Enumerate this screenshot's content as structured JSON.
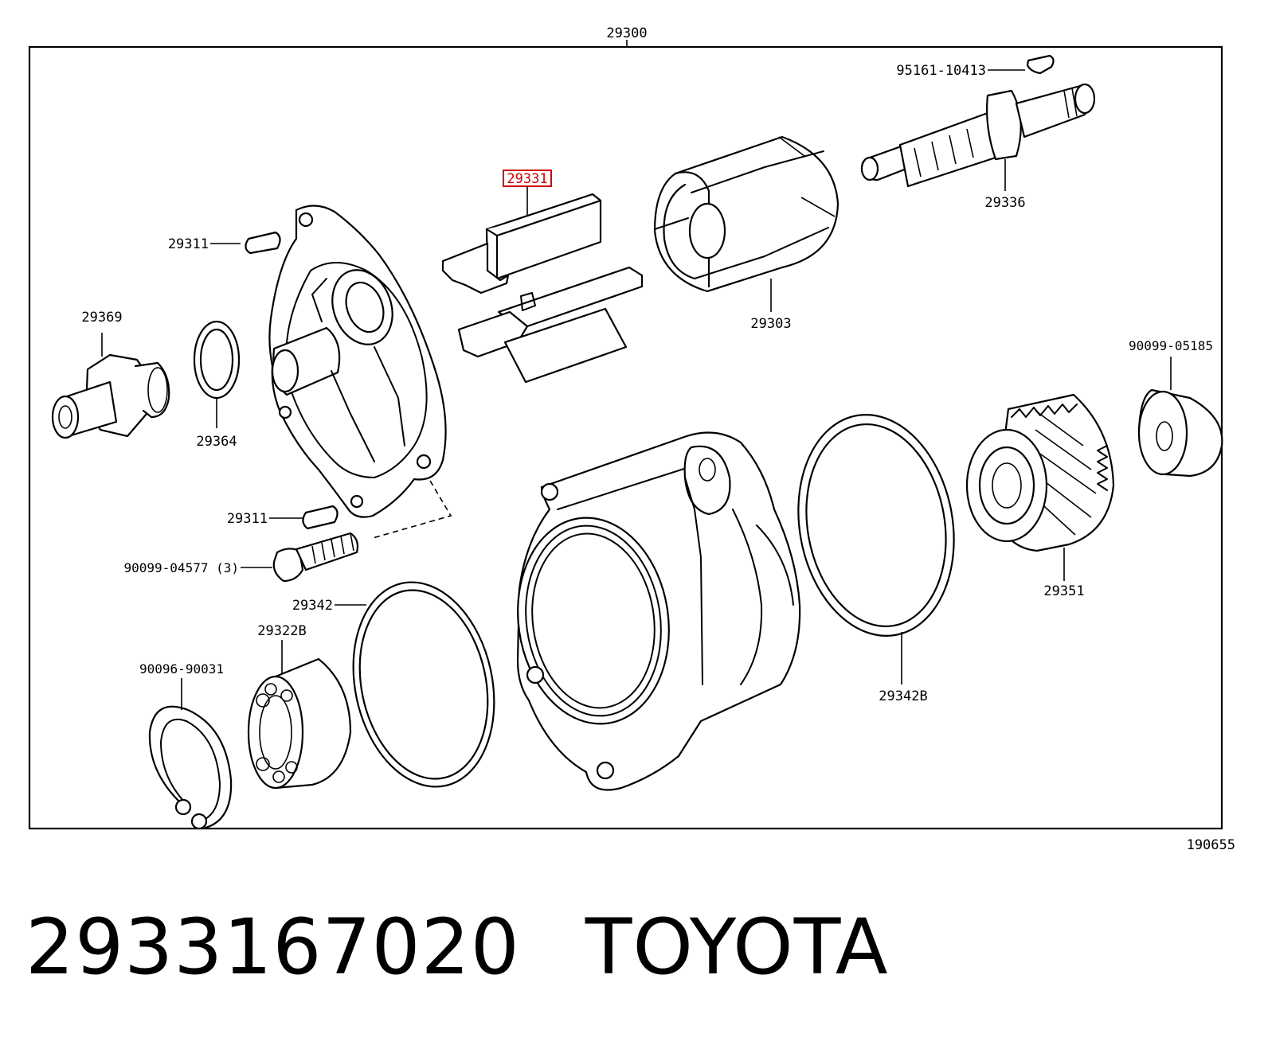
{
  "diagram": {
    "assembly_label": "29300",
    "sheet_number": "190655",
    "highlight_color": "#d00000",
    "parts": {
      "p95161": "95161-10413",
      "p29331": "29331",
      "p29336": "29336",
      "p29311a": "29311",
      "p29369": "29369",
      "p29303": "29303",
      "p90099_05185": "90099-05185",
      "p29364": "29364",
      "p29311b": "29311",
      "p90099_04577": "90099-04577 (3)",
      "p29342": "29342",
      "p29351": "29351",
      "p29322b": "29322B",
      "p90096": "90096-90031",
      "p29342b": "29342B"
    }
  },
  "caption": {
    "part_number": "2933167020",
    "brand": "TOYOTA"
  }
}
